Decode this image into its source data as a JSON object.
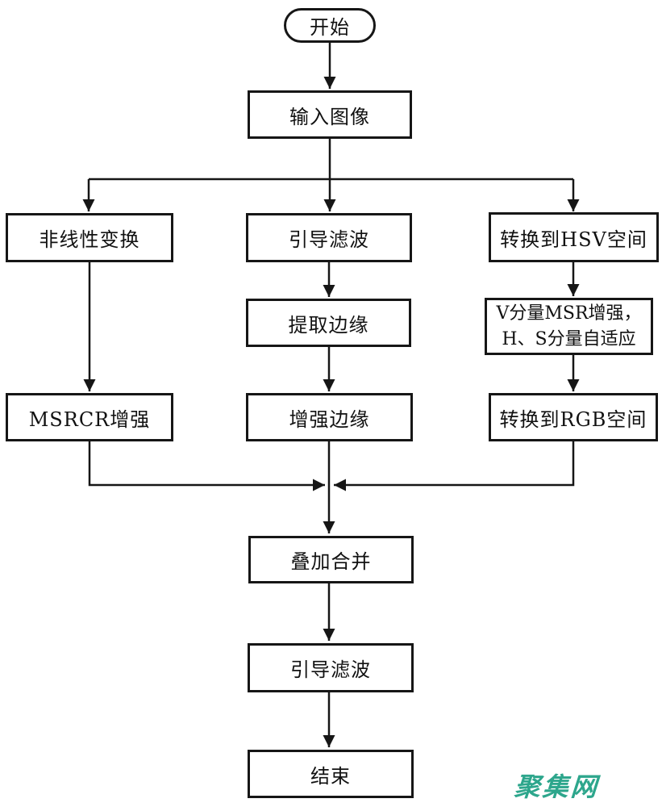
{
  "flowchart": {
    "title": "image-enhancement-pipeline-flowchart",
    "colors": {
      "line": "#161616",
      "node_border": "#161616",
      "node_fill": "#ffffff",
      "text": "#111111",
      "background": "#ffffff"
    },
    "nodes": {
      "start": {
        "label": "开始",
        "shape": "stadium"
      },
      "input_image": {
        "label": "输入图像",
        "shape": "rect"
      },
      "nonlinear": {
        "label": "非线性变换",
        "shape": "rect"
      },
      "guided_filter_1": {
        "label": "引导滤波",
        "shape": "rect"
      },
      "convert_hsv": {
        "label": "转换到HSV空间",
        "shape": "rect"
      },
      "extract_edges": {
        "label": "提取边缘",
        "shape": "rect"
      },
      "v_msr_enhance": {
        "line1": "V分量MSR增强，",
        "line2": "H、S分量自适应",
        "shape": "rect"
      },
      "msrcr_enhance": {
        "label": "MSRCR增强",
        "shape": "rect"
      },
      "enhance_edges": {
        "label": "增强边缘",
        "shape": "rect"
      },
      "convert_rgb": {
        "label": "转换到RGB空间",
        "shape": "rect"
      },
      "overlay_merge": {
        "label": "叠加合并",
        "shape": "rect"
      },
      "guided_filter_2": {
        "label": "引导滤波",
        "shape": "rect"
      },
      "end": {
        "label": "结束",
        "shape": "rect"
      }
    },
    "edges": [
      {
        "from": "start",
        "to": "input_image"
      },
      {
        "from": "input_image",
        "to": "nonlinear"
      },
      {
        "from": "input_image",
        "to": "guided_filter_1"
      },
      {
        "from": "input_image",
        "to": "convert_hsv"
      },
      {
        "from": "nonlinear",
        "to": "msrcr_enhance"
      },
      {
        "from": "guided_filter_1",
        "to": "extract_edges"
      },
      {
        "from": "extract_edges",
        "to": "enhance_edges"
      },
      {
        "from": "convert_hsv",
        "to": "v_msr_enhance"
      },
      {
        "from": "v_msr_enhance",
        "to": "convert_rgb"
      },
      {
        "from": "msrcr_enhance",
        "to": "overlay_merge"
      },
      {
        "from": "enhance_edges",
        "to": "overlay_merge"
      },
      {
        "from": "convert_rgb",
        "to": "overlay_merge"
      },
      {
        "from": "overlay_merge",
        "to": "guided_filter_2"
      },
      {
        "from": "guided_filter_2",
        "to": "end"
      }
    ]
  },
  "watermark": {
    "text": "聚集网",
    "color": "#2da68c"
  }
}
